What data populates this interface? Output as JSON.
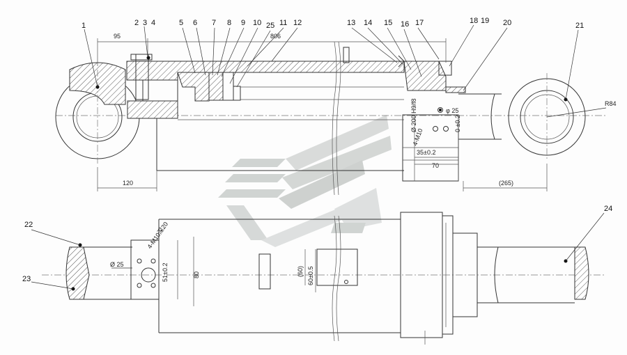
{
  "parts": {
    "p1": "1",
    "p2": "2",
    "p3": "3",
    "p4": "4",
    "p5": "5",
    "p6": "6",
    "p7": "7",
    "p8": "8",
    "p9": "9",
    "p10": "10",
    "p25": "25",
    "p11": "11",
    "p12": "12",
    "p13": "13",
    "p14": "14",
    "p15": "15",
    "p16": "16",
    "p17": "17",
    "p18": "18",
    "p19": "19",
    "p20": "20",
    "p21": "21",
    "p22": "22",
    "p23": "23",
    "p24": "24"
  },
  "dimensions": {
    "d95": "95",
    "d806": "806",
    "d120": "120",
    "d265": "(265)",
    "r84": "R84",
    "d200": "Ø 200 H9/f8",
    "phi25_top": "φ 25",
    "d002": "0 ±0.2",
    "m10_top": "4-M10",
    "d35": "35±0.2",
    "d70": "70",
    "m10_bottom": "4-M10深20",
    "phi25_bottom": "Ø 25",
    "d51": "51±0.2",
    "d80": "80",
    "d60p": "(60)",
    "d60": "60±0.5"
  },
  "watermark": {
    "color_light": "#d9dcdb",
    "color_mid": "#c9cdcb",
    "color_dark": "#b9bebc"
  }
}
